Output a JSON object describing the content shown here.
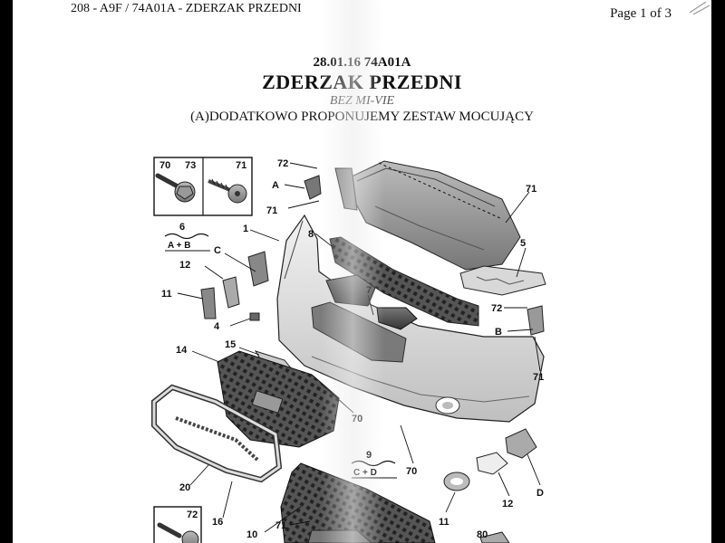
{
  "header": {
    "doc_ref": "208 - A9F / 74A01A - ZDERZAK PRZEDNI",
    "page_indicator": "Page 1 of 3"
  },
  "title": {
    "code": "28.01.16 74A01A",
    "main": "ZDERZAK PRZEDNI",
    "subtitle": "BEZ MI-VIE",
    "note": "(A)DODATKOWO PROPONUJEMY ZESTAW MOCUJĄCY"
  },
  "diagram": {
    "fastener_box_top": {
      "left_labels": [
        "70",
        "73"
      ],
      "right_label": "71"
    },
    "fastener_box_bottom": {
      "label": "72"
    },
    "kits": [
      {
        "number": "6",
        "letters": "A + B"
      },
      {
        "number": "9",
        "letters": "C + D"
      }
    ],
    "callouts": [
      "72",
      "A",
      "71",
      "1",
      "8",
      "71",
      "5",
      "C",
      "12",
      "11",
      "7",
      "4",
      "72",
      "B",
      "71",
      "15",
      "14",
      "70",
      "20",
      "16",
      "12",
      "D",
      "70",
      "11",
      "10",
      "71",
      "80"
    ],
    "icons": [
      "bolt-icon",
      "screw-icon"
    ]
  }
}
